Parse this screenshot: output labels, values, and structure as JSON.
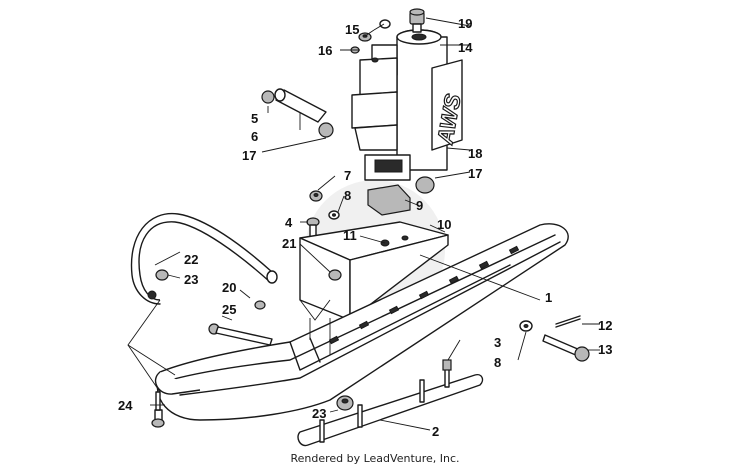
{
  "callouts": [
    "15",
    "19",
    "16",
    "14",
    "5",
    "6",
    "17",
    "18",
    "7",
    "17",
    "8",
    "9",
    "4",
    "11",
    "10",
    "21",
    "22",
    "23",
    "20",
    "25",
    "1",
    "12",
    "3",
    "13",
    "8",
    "24",
    "23",
    "2"
  ],
  "credit": "Rendered by LeadVenture, Inc.",
  "decal_text": "AWS"
}
